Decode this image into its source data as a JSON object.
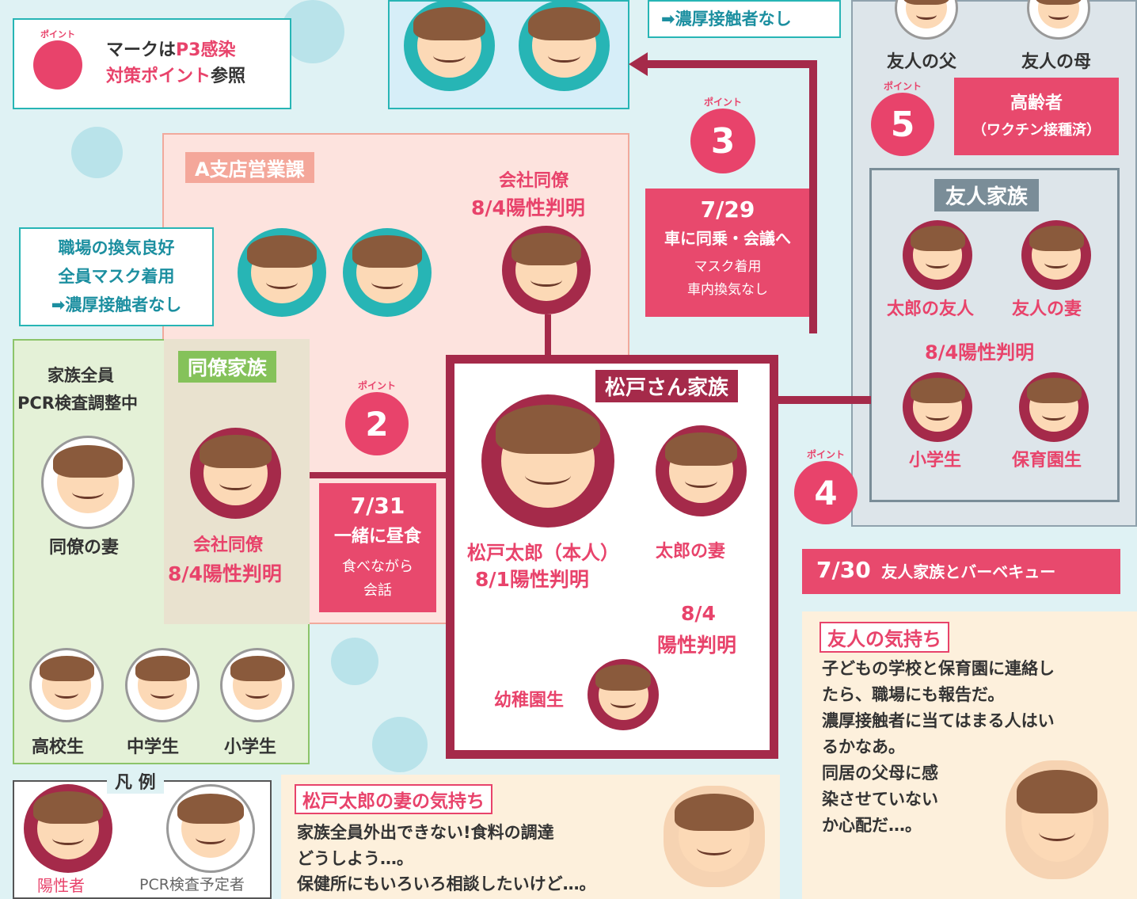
{
  "legend_mark": {
    "line1_a": "マークは",
    "line1_b": "P3感染",
    "line2_a": "対策ポイント",
    "line2_b": "参照",
    "pin_label": "ポイント"
  },
  "top_notice": {
    "text": "➡濃厚接触者なし"
  },
  "friend_parents": {
    "father": "友人の父",
    "mother": "友人の母"
  },
  "point5": {
    "num": "5",
    "label": "ポイント",
    "box_line1": "高齢者",
    "box_line2": "（ワクチン接種済）"
  },
  "point3": {
    "num": "3",
    "label": "ポイント"
  },
  "point2": {
    "num": "2",
    "label": "ポイント"
  },
  "point4": {
    "num": "4",
    "label": "ポイント"
  },
  "branch": {
    "title": "A支店営業課"
  },
  "workplace_note": {
    "line1": "職場の換気良好",
    "line2": "全員マスク着用",
    "line3": "➡濃厚接触者なし"
  },
  "coworker_top": {
    "name": "会社同僚",
    "status": "8/4陽性判明"
  },
  "event_729": {
    "date": "7/29",
    "line1": "車に同乗・会議へ",
    "line2": "マスク着用",
    "line3": "車内換気なし"
  },
  "friend_family": {
    "title": "友人家族",
    "taro_friend": "太郎の友人",
    "friend_wife": "友人の妻",
    "status": "8/4陽性判明",
    "elementary": "小学生",
    "nursery": "保育園生"
  },
  "colleague_family": {
    "title": "同僚家族",
    "note_line1": "家族全員",
    "note_line2": "PCR検査調整中",
    "wife": "同僚の妻",
    "kid1": "高校生",
    "kid2": "中学生",
    "kid3": "小学生"
  },
  "matsudo_family": {
    "title": "松戸さん家族",
    "taro_name": "松戸太郎（本人）",
    "taro_status": "8/1陽性判明",
    "wife": "太郎の妻",
    "status_date": "8/4",
    "status_text": "陽性判明",
    "kinder": "幼稚園生"
  },
  "coworker_left": {
    "name": "会社同僚",
    "status": "8/4陽性判明"
  },
  "event_731": {
    "date": "7/31",
    "line1": "一緒に昼食",
    "line2": "食べながら",
    "line3": "会話"
  },
  "event_730": {
    "date": "7/30",
    "text": "友人家族とバーベキュー"
  },
  "friend_feeling": {
    "title": "友人の気持ち",
    "lines": [
      "子どもの学校と保育園に連絡し",
      "たら、職場にも報告だ。",
      "濃厚接触者に当てはまる人はい",
      "るかなあ。",
      "同居の父母に感",
      "染させていない",
      "か心配だ…。"
    ]
  },
  "legend": {
    "title": "凡 例",
    "positive": "陽性者",
    "pcr": "PCR検査予定者"
  },
  "wife_feeling": {
    "title": "松戸太郎の妻の気持ち",
    "lines": [
      "家族全員外出できない!食料の調達",
      "どうしよう…。",
      "保健所にもいろいろ相談したいけど…。"
    ]
  },
  "colors": {
    "accent": "#e8436b",
    "positive": "#a52a4a",
    "teal": "#27b5b5"
  }
}
